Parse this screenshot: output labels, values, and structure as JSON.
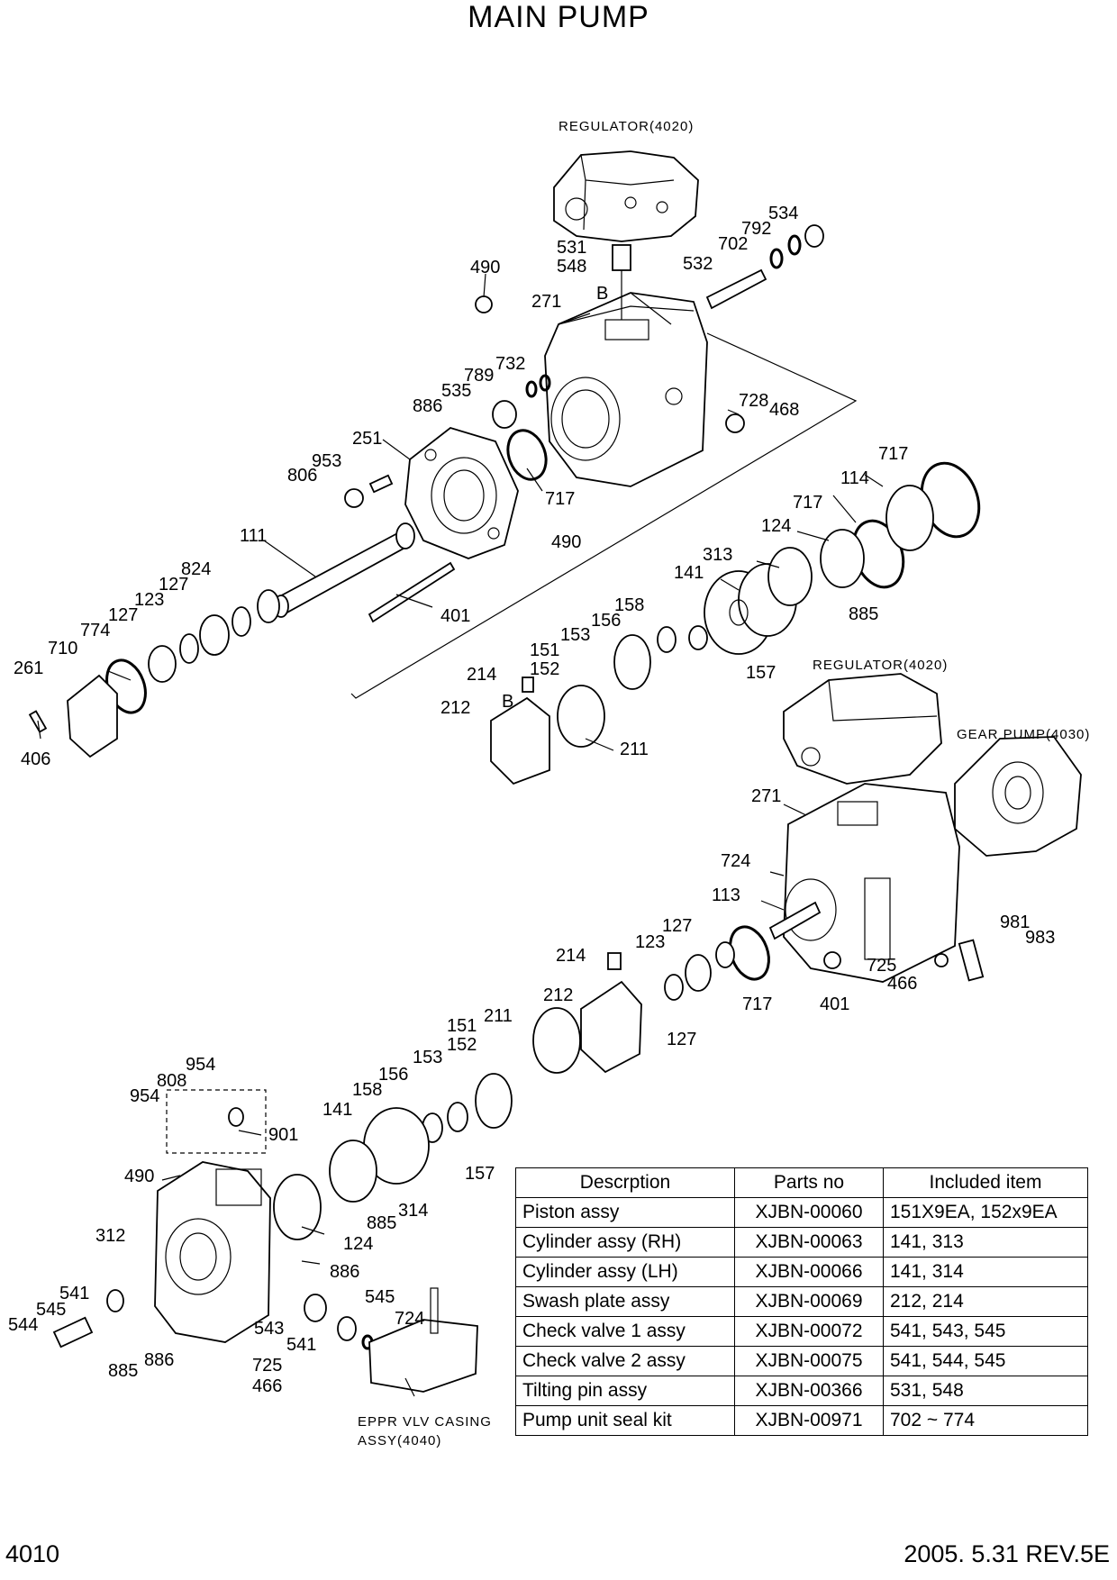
{
  "title": "MAIN PUMP",
  "notes": {
    "regulator_top": "REGULATOR(4020)",
    "regulator_right": "REGULATOR(4020)",
    "gear_pump": "GEAR PUMP(4030)",
    "eppr_line1": "EPPR VLV CASING",
    "eppr_line2": "ASSY(4040)"
  },
  "view_labels": [
    "B",
    "B"
  ],
  "callouts": [
    "534",
    "792",
    "702",
    "531",
    "548",
    "532",
    "490",
    "271",
    "732",
    "789",
    "535",
    "886",
    "728",
    "468",
    "251",
    "953",
    "806",
    "717",
    "111",
    "490",
    "824",
    "127",
    "123",
    "127",
    "774",
    "710",
    "261",
    "406",
    "401",
    "717",
    "114",
    "717",
    "124",
    "313",
    "141",
    "885",
    "158",
    "156",
    "153",
    "151",
    "152",
    "157",
    "214",
    "212",
    "211",
    "271",
    "724",
    "113",
    "127",
    "123",
    "981",
    "983",
    "725",
    "466",
    "717",
    "401",
    "127",
    "214",
    "212",
    "211",
    "151",
    "152",
    "153",
    "156",
    "158",
    "141",
    "954",
    "808",
    "954",
    "901",
    "490",
    "312",
    "885",
    "314",
    "124",
    "157",
    "886",
    "545",
    "724",
    "541",
    "545",
    "544",
    "543",
    "541",
    "725",
    "466",
    "885",
    "886"
  ],
  "table": {
    "headers": [
      "Descrption",
      "Parts no",
      "Included item"
    ],
    "rows": [
      [
        "Piston assy",
        "XJBN-00060",
        "151X9EA, 152x9EA"
      ],
      [
        "Cylinder assy (RH)",
        "XJBN-00063",
        "141, 313"
      ],
      [
        "Cylinder assy (LH)",
        "XJBN-00066",
        "141, 314"
      ],
      [
        "Swash plate assy",
        "XJBN-00069",
        "212, 214"
      ],
      [
        "Check valve 1 assy",
        "XJBN-00072",
        "541, 543, 545"
      ],
      [
        "Check valve 2 assy",
        "XJBN-00075",
        "541, 544, 545"
      ],
      [
        "Tilting pin assy",
        "XJBN-00366",
        "531, 548"
      ],
      [
        "Pump unit seal kit",
        "XJBN-00971",
        "702 ~ 774"
      ]
    ]
  },
  "footer": {
    "page_number": "4010",
    "revision": "2005. 5.31  REV.5E"
  }
}
